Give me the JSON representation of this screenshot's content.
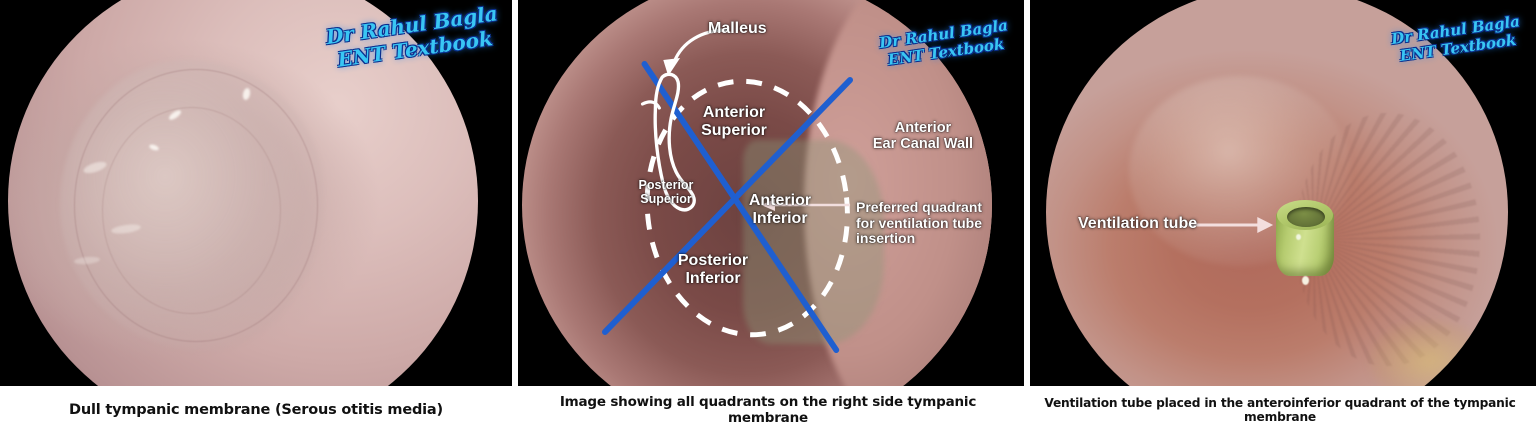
{
  "figure": {
    "watermark_line1": "Dr Rahul Bagla",
    "watermark_line2": "ENT Textbook",
    "accent_blue": "#1f5fd0",
    "overlay_white": "#ffffff",
    "tube_green": "#b6cc70"
  },
  "panels": [
    {
      "id": "panel-1",
      "caption": "Dull tympanic membrane (Serous otitis media)",
      "watermark": "Dr Rahul Bagla\nENT Textbook",
      "annotations": []
    },
    {
      "id": "panel-2",
      "caption": "Image showing all quadrants on the right side tympanic membrane",
      "watermark": "Dr Rahul Bagla\nENT Textbook",
      "annotations": [
        {
          "name": "malleus",
          "text": "Malleus"
        },
        {
          "name": "anterior-superior",
          "text": "Anterior\nSuperior"
        },
        {
          "name": "anterior-inferior",
          "text": "Anterior\nInferior"
        },
        {
          "name": "posterior-superior",
          "text": "Posterior\nSuperior"
        },
        {
          "name": "posterior-inferior",
          "text": "Posterior\nInferior"
        },
        {
          "name": "anterior-ear-canal-wall",
          "text": "Anterior\nEar Canal Wall"
        },
        {
          "name": "preferred-quadrant",
          "text": "Preferred quadrant\nfor ventilation tube\ninsertion"
        }
      ]
    },
    {
      "id": "panel-3",
      "caption": "Ventilation tube placed in the anteroinferior quadrant of the tympanic membrane",
      "watermark": "Dr Rahul Bagla\nENT Textbook",
      "annotations": [
        {
          "name": "ventilation-tube",
          "text": "Ventilation tube"
        }
      ]
    }
  ]
}
